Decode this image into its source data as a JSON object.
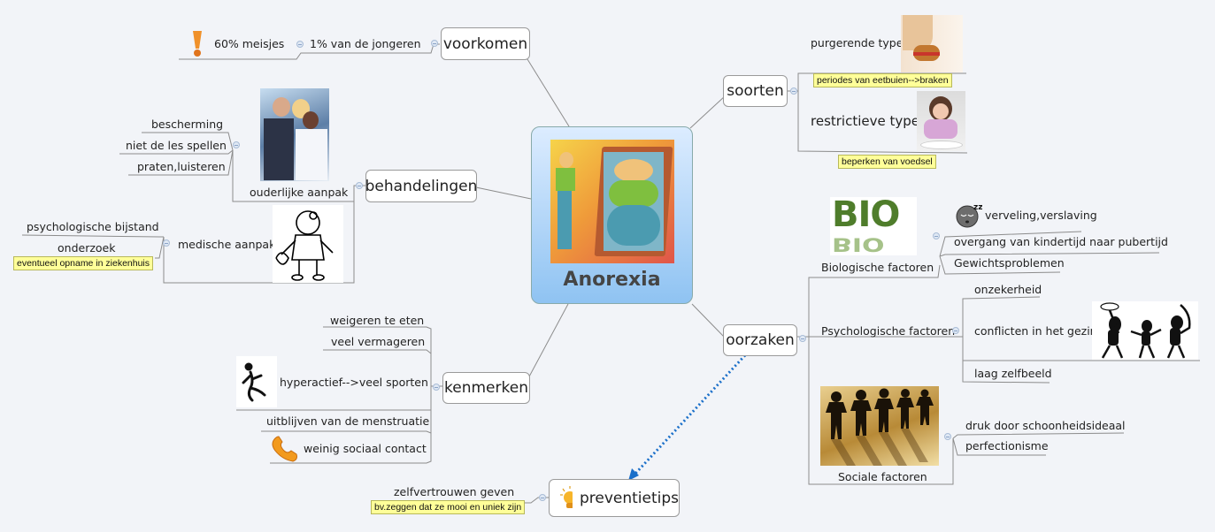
{
  "central": {
    "title": "Anorexia",
    "image": "anorexia-mirror-illustration"
  },
  "branches": {
    "voorkomen": {
      "label": "voorkomen",
      "children": [
        {
          "label": "1% van de jongeren",
          "children": [
            {
              "label": "60% meisjes",
              "icon": "exclamation-icon"
            }
          ]
        }
      ]
    },
    "behandelingen": {
      "label": "behandelingen",
      "children": [
        {
          "label": "ouderlijke aanpak",
          "image": "parents-at-computer-photo",
          "children": [
            {
              "label": "bescherming"
            },
            {
              "label": "niet de les spellen"
            },
            {
              "label": "praten,luisteren"
            }
          ]
        },
        {
          "label": "medische aanpak",
          "image": "doctor-cartoon",
          "children": [
            {
              "label": "psychologische bijstand"
            },
            {
              "label": "onderzoek",
              "note": "eventueel opname in ziekenhuis"
            }
          ]
        }
      ]
    },
    "kenmerken": {
      "label": "kenmerken",
      "children": [
        {
          "label": "weigeren te eten"
        },
        {
          "label": "veel vermageren"
        },
        {
          "label": "hyperactief-->veel sporten",
          "image": "runner-figure"
        },
        {
          "label": "uitblijven van de menstruatie"
        },
        {
          "label": "weinig sociaal contact",
          "icon": "phone-icon"
        }
      ]
    },
    "preventietips": {
      "label": "preventietips",
      "icon": "lightbulb-icon",
      "children": [
        {
          "label": "zelfvertrouwen geven",
          "note": "bv.zeggen dat ze mooi en uniek zijn"
        }
      ]
    },
    "soorten": {
      "label": "soorten",
      "children": [
        {
          "label": "purgerende type",
          "image": "eating-burger-photo",
          "note": "periodes van eetbuien-->braken"
        },
        {
          "label": "restrictieve type",
          "image": "sad-girl-photo",
          "note": "beperken van voedsel"
        }
      ]
    },
    "oorzaken": {
      "label": "oorzaken",
      "children": [
        {
          "label": "Biologische factoren",
          "image": "bio-text-image",
          "children": [
            {
              "label": "verveling,verslaving",
              "icon": "sleeping-face-icon"
            },
            {
              "label": "overgang van kindertijd naar pubertijd"
            },
            {
              "label": "Gewichtsproblemen"
            }
          ]
        },
        {
          "label": "Psychologische factoren",
          "children": [
            {
              "label": "onzekerheid"
            },
            {
              "label": "conflicten in het gezin",
              "image": "fighting-figures-clipart"
            },
            {
              "label": "laag zelfbeeld"
            }
          ]
        },
        {
          "label": "Sociale factoren",
          "image": "paper-chain-people-photo",
          "children": [
            {
              "label": "druk door schoonheidsideaal"
            },
            {
              "label": "perfectionisme"
            }
          ]
        }
      ]
    }
  },
  "relationship": {
    "from": "oorzaken",
    "to": "preventietips",
    "style": "dotted-arrow",
    "color": "#1a6fc9"
  },
  "colors": {
    "background": "#f2f4f8",
    "note": "#ffff99",
    "central_top": "#dcecff",
    "central_bottom": "#8fc3f2",
    "line": "#8a8a8a"
  }
}
